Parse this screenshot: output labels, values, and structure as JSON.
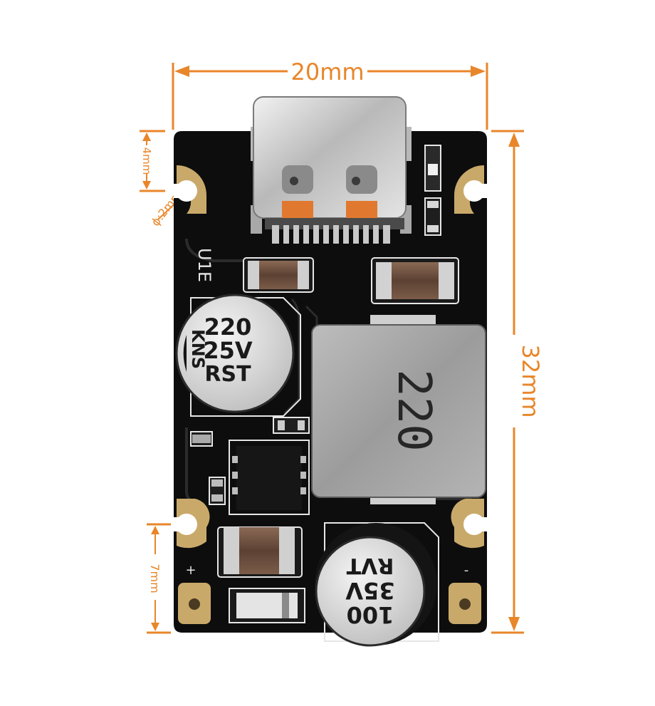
{
  "dimensions": {
    "width_label": "20mm",
    "height_label": "32mm",
    "top_hole_offset_label": "4mm",
    "hole_diameter_label": "ϕ:2mm",
    "bottom_pad_offset_label": "7mm"
  },
  "pcb": {
    "silkscreen_label": "U1E",
    "plus_marking": "+",
    "minus_marking": "-"
  },
  "capacitor_top": {
    "line1": "220",
    "line2": "25V",
    "line3": "RST",
    "side": "KNS"
  },
  "capacitor_bottom": {
    "line1": "100",
    "line2": "35V",
    "line3": "RVT"
  },
  "inductor": {
    "marking": "220"
  },
  "colors": {
    "dimension": "#e8862a",
    "pcb": "#0d0d0d",
    "copper": "#c9a96a",
    "capacitor_top": "#d8d8d8"
  }
}
